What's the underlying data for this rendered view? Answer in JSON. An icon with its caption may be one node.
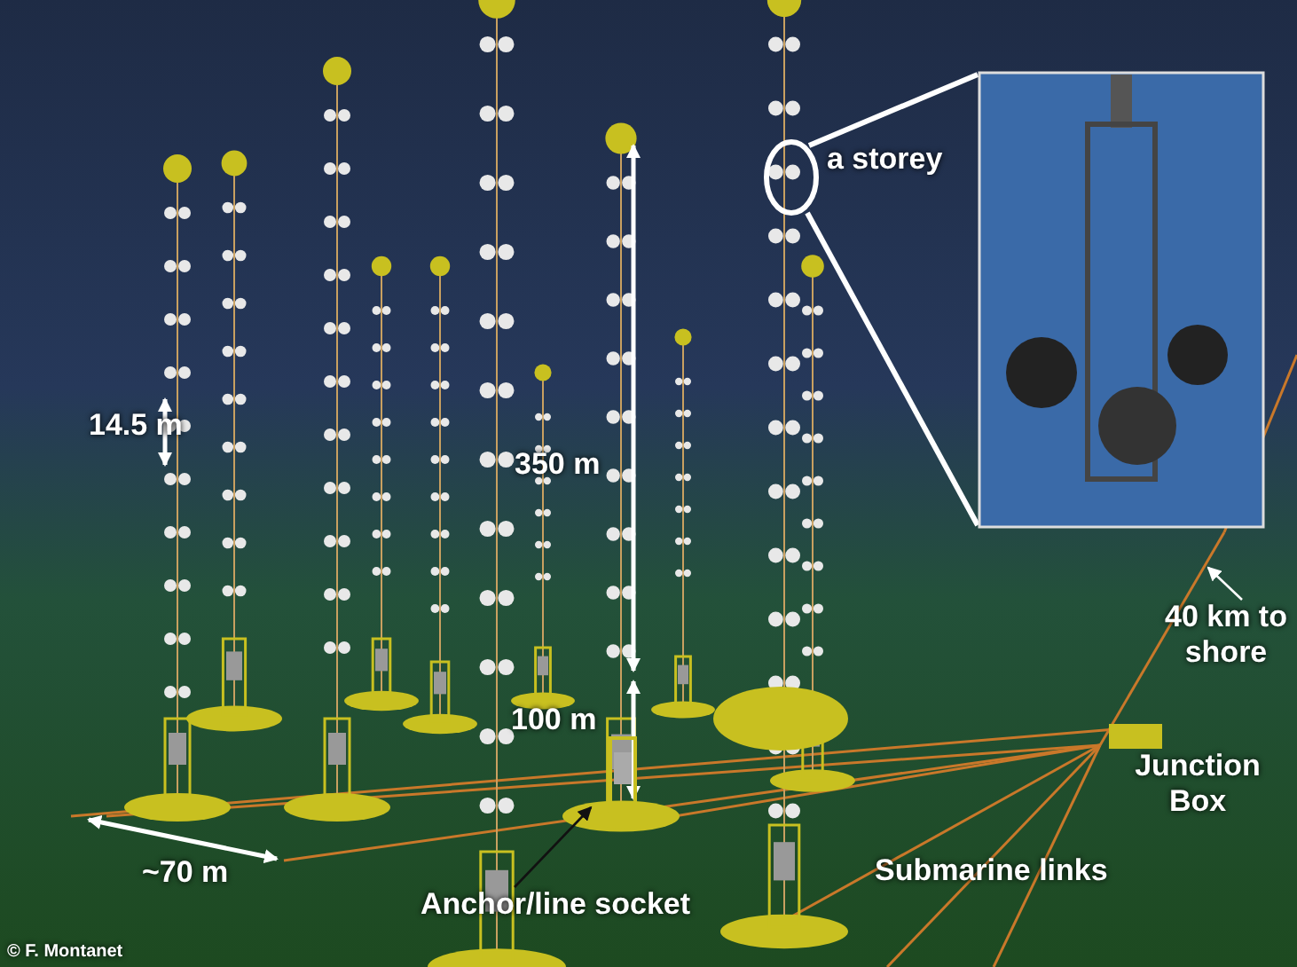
{
  "diagram": {
    "nodes": [
      {
        "text": [
          "Anchor/line socket"
        ]
      },
      {
        "text": [],
        "shape": "box"
      },
      {
        "text": [
          "40 km to shore"
        ]
      },
      {
        "text": [],
        "shape": "ellipse",
        "beside": [
          "a storey"
        ]
      },
      {
        "text": [],
        "shape": "picture"
      }
    ],
    "edges": [
      {
        "from": 0,
        "to": 1,
        "arrow": "to",
        "color": "#111111"
      },
      {
        "from": 2,
        "to": null,
        "arrow": "to"
      },
      {
        "from": 3,
        "to": 4,
        "arrow": "none",
        "style": "thick"
      },
      {
        "from": 3,
        "to": 4,
        "arrow": "none",
        "style": "thick"
      }
    ],
    "labels": [
      "14.5 m",
      "350 m",
      "100 m",
      "~70 m",
      "Junction Box",
      "Submarine links",
      "© F. Montanet"
    ]
  }
}
